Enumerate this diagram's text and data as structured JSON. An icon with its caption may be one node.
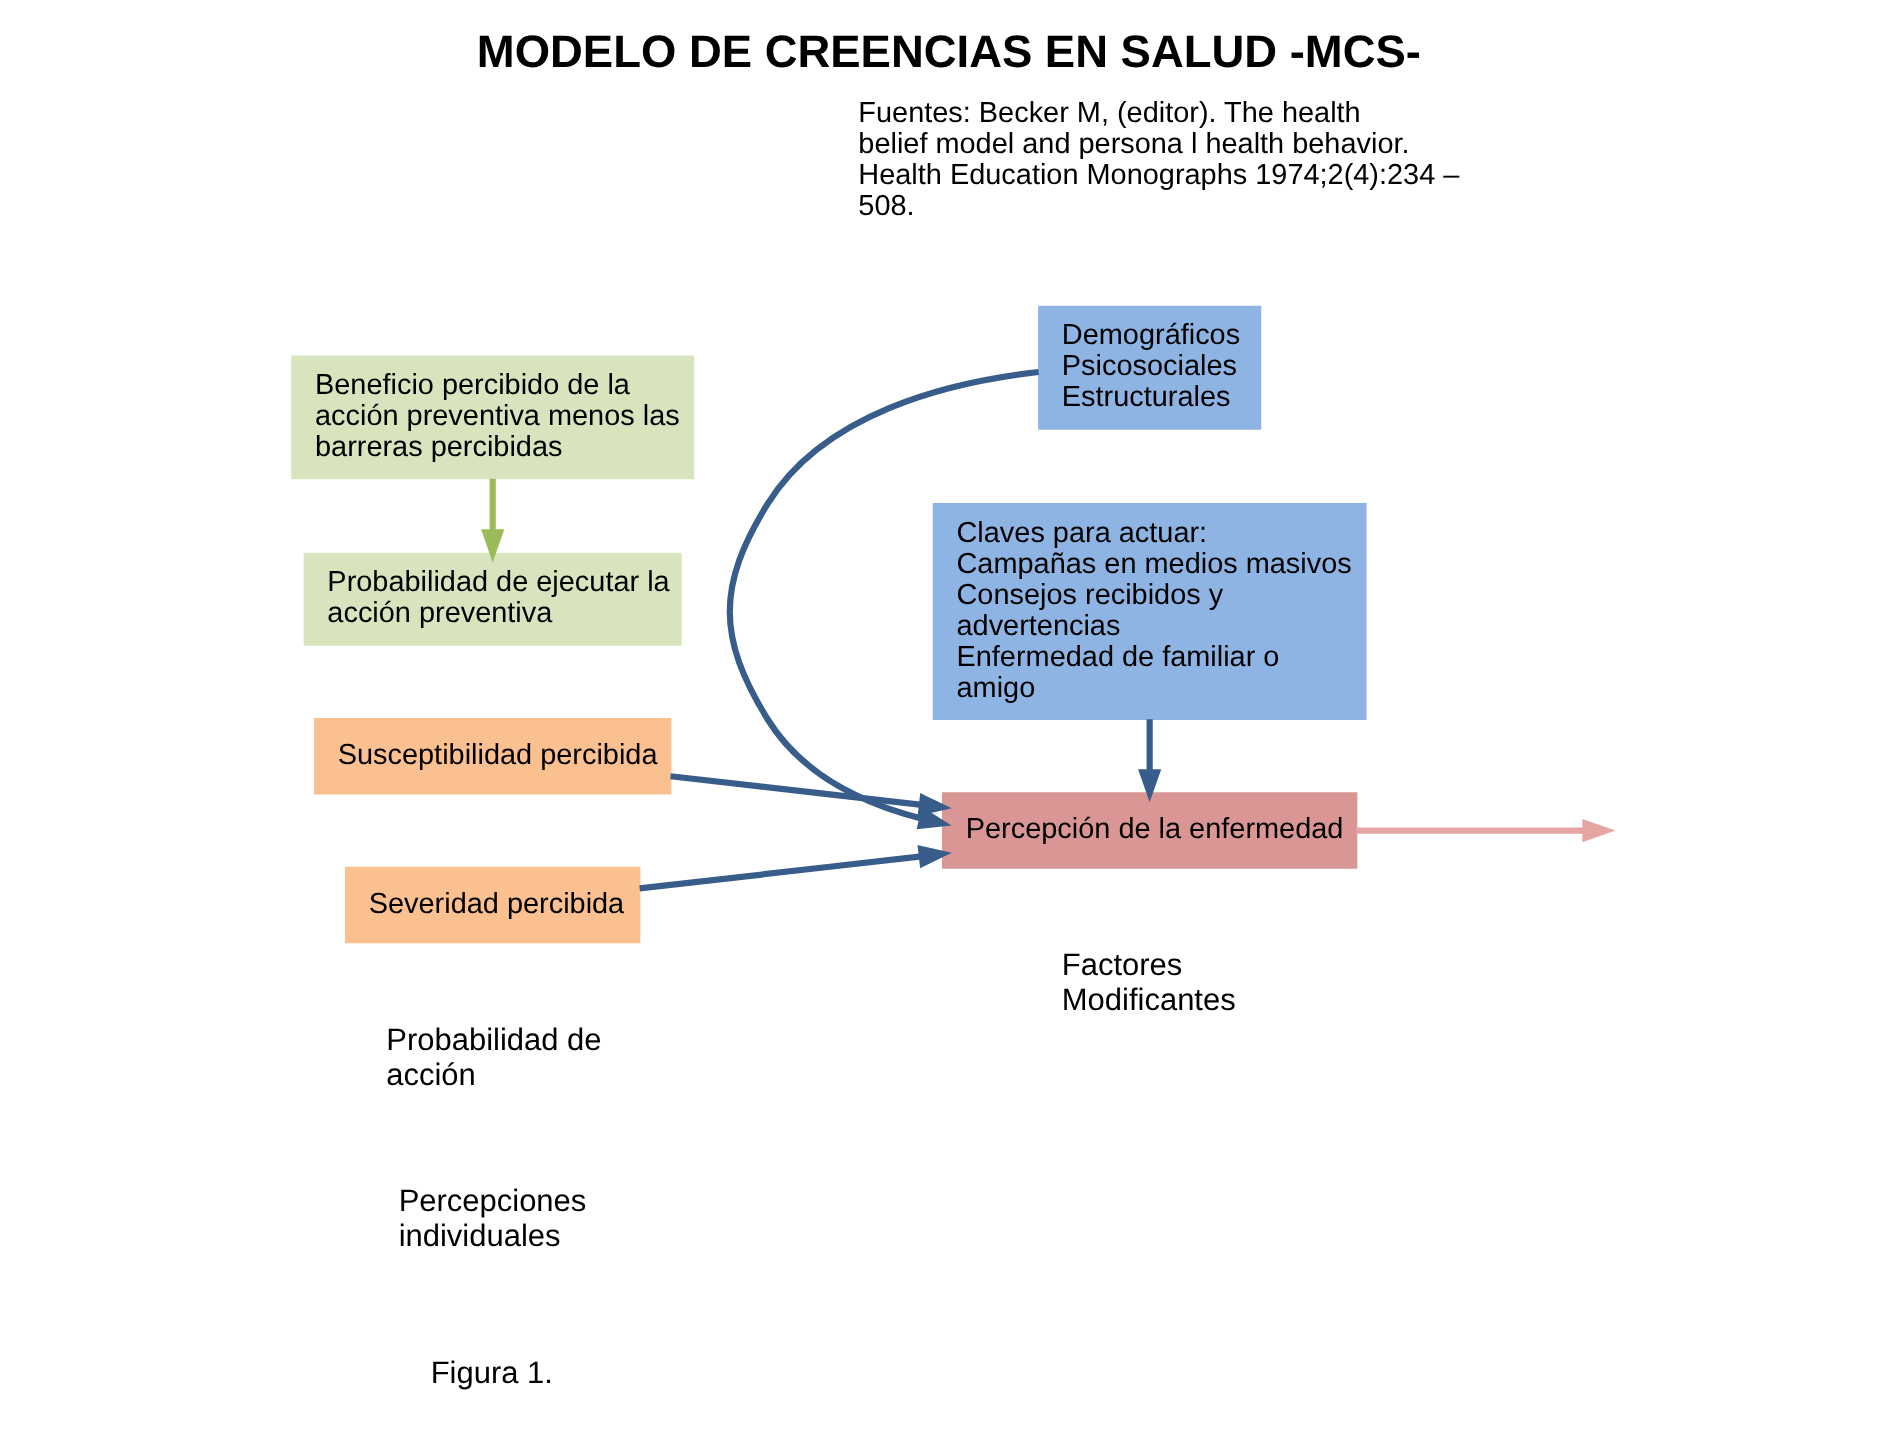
{
  "diagram": {
    "title": "MODELO DE CREENCIAS EN SALUD -MCS-",
    "caption": "Fuentes: Becker M, (editor). The health belief model and persona l health behavior. Health Education Monographs 1974;2(4):234 – 508.",
    "nodes": [
      {
        "text": [
          "Susceptibilidad percibida"
        ]
      },
      {
        "text": [
          "Severidad percibida"
        ]
      },
      {
        "text": [
          "Demográficos",
          "Psicosociales",
          "Estructurales"
        ]
      },
      {
        "text": [
          "Percepción de la enfermedad"
        ]
      },
      {
        "text": [
          "Claves para actuar:",
          "Campañas en medios masivos",
          "Consejos recibidos y advertencias",
          "Enfermedad de familiar o amigo"
        ]
      },
      {
        "text": [
          "Beneficio percibido de la acción preventiva menos las barreras percibidas"
        ]
      },
      {
        "text": [
          "Probabilidad de ejecutar la acción preventiva"
        ]
      }
    ],
    "edges": [
      {
        "from": 0,
        "to": 3,
        "arrow": "to"
      },
      {
        "from": 1,
        "to": 3,
        "arrow": "to"
      },
      {
        "from": 2,
        "to": 3,
        "arrow": "to"
      },
      {
        "from": 4,
        "to": 3,
        "arrow": "to"
      },
      {
        "from": 3,
        "to": null,
        "arrow": "to",
        "color": "#e6a5a3"
      },
      {
        "from": 5,
        "to": 6,
        "arrow": "to",
        "color": "#9bbb59"
      }
    ],
    "labels": [
      "Figura 1.",
      "Percepciones individuales",
      "Factores Modificantes",
      "Probabilidad de acción"
    ]
  }
}
